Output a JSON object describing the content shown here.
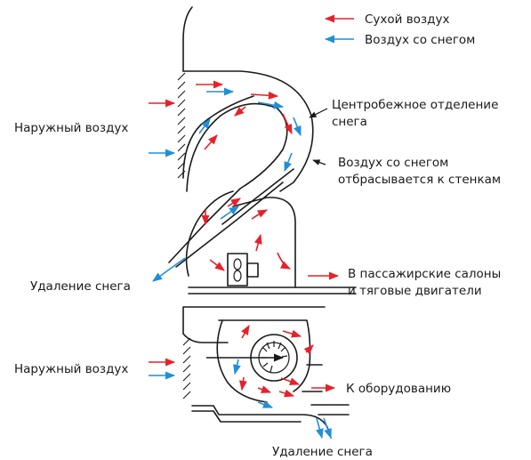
{
  "colors": {
    "dry_air": "#e8202a",
    "snow_air": "#1e8fd8",
    "line": "#1a1a1a"
  },
  "legend": {
    "dry_air": "Сухой воздух",
    "snow_air": "Воздух со снегом"
  },
  "labels": {
    "outside_air_top": "Наружный воздух",
    "centrifugal_1": "Центробежное отделение",
    "centrifugal_2": "снега",
    "thrown_1": "Воздух со снегом",
    "thrown_2": "отбрасывается к стенкам",
    "snow_removal_left": "Удаление снега",
    "to_cabins_1": "В пассажирские салоны",
    "to_cabins_2": "и тяговые двигатели",
    "outside_air_bottom": "Наружный воздух",
    "to_equipment": "К оборудованию",
    "snow_removal_bottom": "Удаление снега"
  }
}
